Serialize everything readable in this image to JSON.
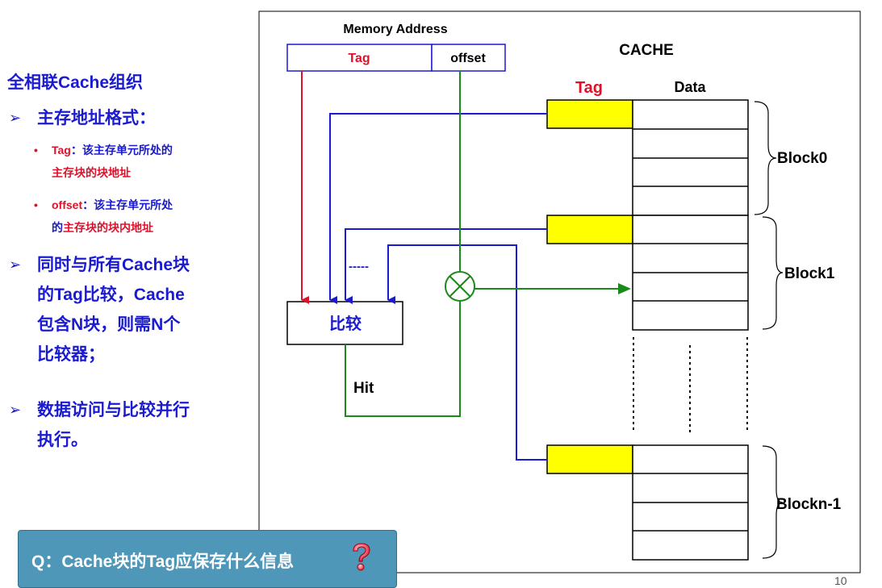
{
  "left": {
    "title": "全相联Cache组织",
    "bullet1": "主存地址格式：",
    "sub1_term": "Tag",
    "sub1_rest": "：该主存单元所处的",
    "sub1_line2": "主存块的块地址",
    "sub2_term": "offset",
    "sub2_rest": "：该主存单元所处",
    "sub2_line2a": "的",
    "sub2_line2b": "主存块的块内地址",
    "bullet2_lines": [
      "同时与所有Cache块",
      "的Tag比较，Cache",
      "包含N块，则需N个",
      "比较器；"
    ],
    "bullet3_lines": [
      "数据访问与比较并行",
      "执行。"
    ],
    "bullet_mark": "➢",
    "sub_dot": "•"
  },
  "question": {
    "text": "Q：Cache块的Tag应保存什么信息",
    "icon": "question-mark-icon"
  },
  "diagram": {
    "memory_address_label": "Memory Address",
    "tag_field": "Tag",
    "offset_field": "offset",
    "cache_label": "CACHE",
    "tag_header": "Tag",
    "data_header": "Data",
    "comparator_label": "比较",
    "hit_label": "Hit",
    "dots_label": "-----",
    "blocks": [
      "Block0",
      "Block1",
      "Blockn-1"
    ]
  },
  "colors": {
    "blue_text": "#1a1ad0",
    "red_text": "#e0102a",
    "tag_fill": "#ffff00",
    "green_line": "#1a8a1a",
    "question_bg": "#4e97b8"
  },
  "page_number": "10"
}
